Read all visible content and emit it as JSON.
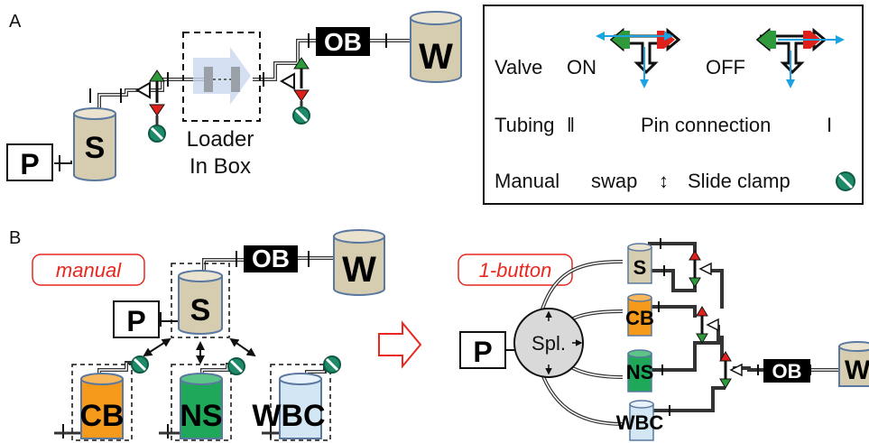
{
  "panels": {
    "a": "A",
    "b": "B"
  },
  "panel_a": {
    "pressure": "P",
    "sample": "S",
    "outlet": "OB",
    "waste": "W",
    "loader": "Loader",
    "loader_box": "In Box"
  },
  "legend": {
    "valve": "Valve",
    "on": "ON",
    "off": "OFF",
    "tubing": "Tubing",
    "tubing_glyph": "‖",
    "pin": "Pin connection",
    "pin_glyph": "I",
    "manual": "Manual",
    "swap": "swap",
    "swap_glyph": "↕",
    "clamp": "Slide clamp"
  },
  "panel_b": {
    "manual_tag": "manual",
    "button_tag": "1-button",
    "pressure": "P",
    "sample": "S",
    "outlet": "OB",
    "waste": "W",
    "cb": "CB",
    "ns": "NS",
    "wbc": "WBC",
    "splitter": "Spl."
  },
  "colors": {
    "sample": "#d6cdb1",
    "cb": "#f59a1a",
    "ns": "#1fa85a",
    "wbc": "#d3e6f4",
    "cylinder_edge": "#5a78a0",
    "valve_green": "#2e9a3c",
    "valve_red": "#e0201a",
    "flow_blue": "#1aa3e0",
    "clamp": "#1f8a6a",
    "tag_red": "#e8281e",
    "splitter": "#d9d9d9"
  }
}
